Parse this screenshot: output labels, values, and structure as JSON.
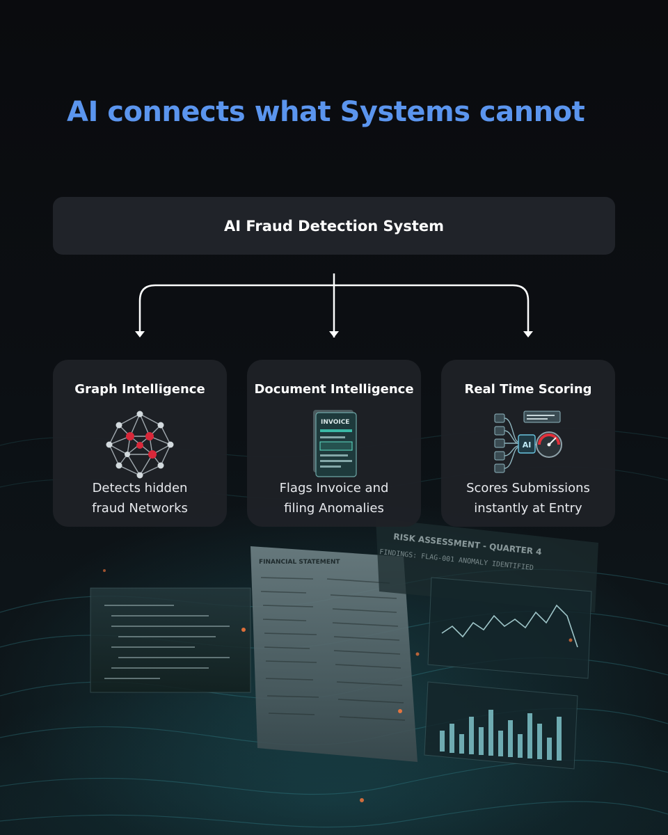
{
  "headline": "AI connects what Systems cannot",
  "system": {
    "label": "AI Fraud Detection System"
  },
  "cards": [
    {
      "title": "Graph Intelligence",
      "icon": "network-graph-icon",
      "desc": [
        "Detects hidden",
        "fraud Networks"
      ]
    },
    {
      "title": "Document Intelligence",
      "icon": "invoice-document-icon",
      "desc": [
        "Flags Invoice and",
        "filing Anomalies"
      ]
    },
    {
      "title": "Real Time Scoring",
      "icon": "scoring-gauge-icon",
      "desc": [
        "Scores Submissions",
        "instantly at Entry"
      ]
    }
  ],
  "background_art": {
    "doc_title": "FINANCIAL STATEMENT",
    "report_title": "RISK ASSESSMENT - QUARTER 4",
    "report_flag": "FINDINGS: FLAG-001 ANOMALY IDENTIFIED",
    "icon_text": {
      "invoice": "INVOICE",
      "ai": "AI"
    }
  },
  "colors": {
    "accent": "#5b95ee",
    "card": "#1e2126",
    "box": "#202329",
    "text": "#ffffff"
  }
}
